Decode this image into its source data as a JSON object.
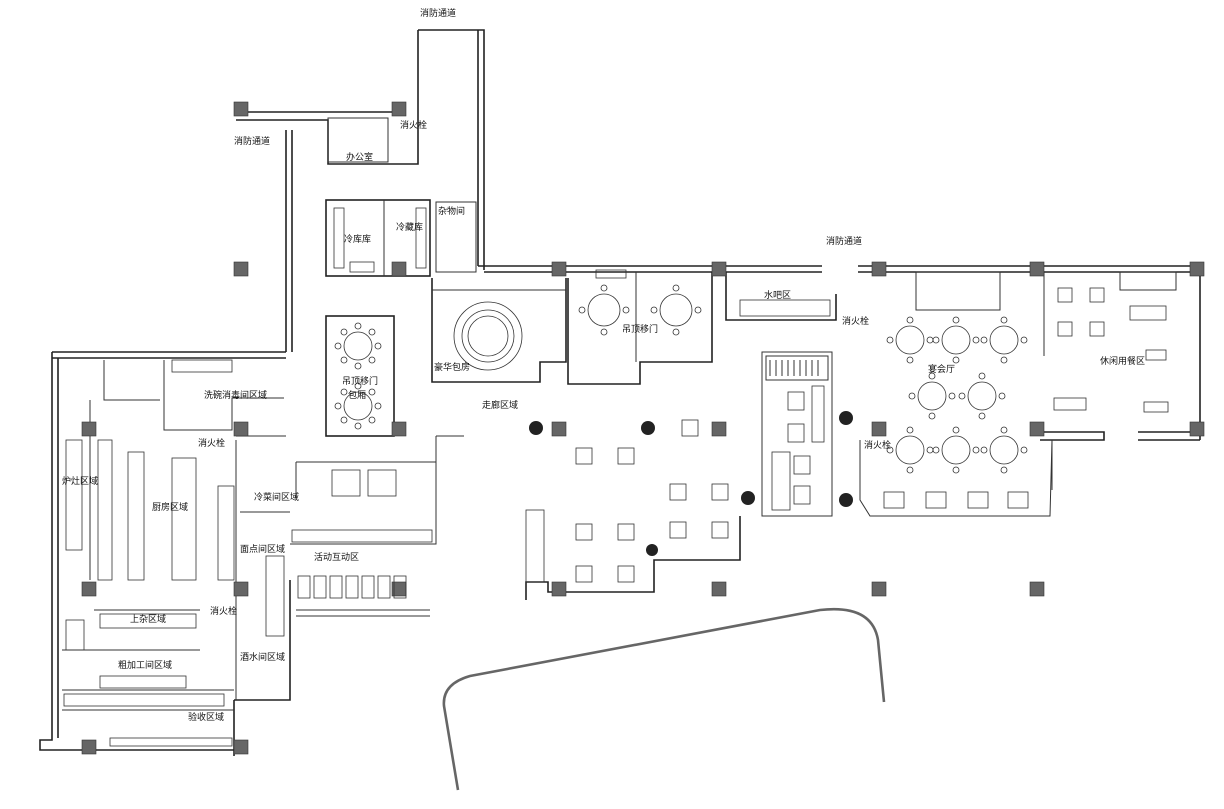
{
  "labels": {
    "fire_lane_top": "消防通道",
    "fire_lane_left": "消防通道",
    "fire_lane_mid": "消防通道",
    "office": "办公室",
    "hydrant_top": "消火栓",
    "cold_storage": "冷库库",
    "cold_storage_2": "冷藏库",
    "sundries": "杂物间",
    "private_room_door": "吊顶移门",
    "private_room_mid": "包厢",
    "luxury_room": "豪华包房",
    "private_room_door_2": "吊顶移门",
    "water_bar": "水吧区",
    "hydrant_mid": "消火栓",
    "banquet_hall": "宴会厅",
    "casual_dining": "休闲用餐区",
    "corridor": "走廊区域",
    "hydrant_right": "消火栓",
    "dishwash_area": "洗碗消毒间区域",
    "hydrant_kitchen": "消火栓",
    "hot_kitchen": "炉灶区域",
    "main_kitchen": "厨房区域",
    "cold_dish": "冷菜间区域",
    "buffet_area": "活动互动区",
    "pastry": "面点间区域",
    "hydrant_kitchen_2": "消火栓",
    "prep": "上杂区域",
    "rough_process": "粗加工间区域",
    "drink_prep": "酒水间区域",
    "receiving": "验收区域"
  }
}
